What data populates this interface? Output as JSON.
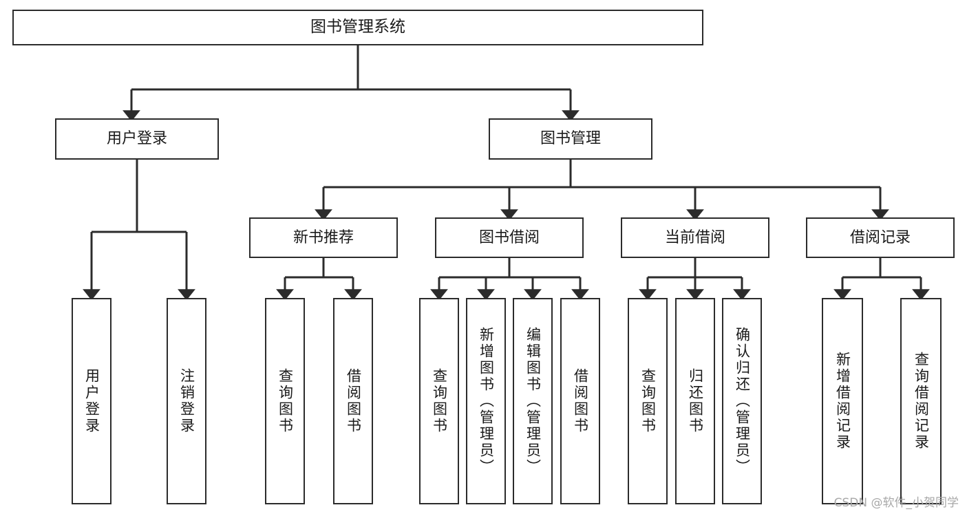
{
  "diagram": {
    "title": "图书管理系统",
    "type": "tree-hierarchy",
    "watermark": "CSDN @软件_小贺同学",
    "colors": {
      "background": "#ffffff",
      "box_border": "#2b2b2b",
      "box_fill": "#ffffff",
      "connector": "#2b2b2b",
      "text": "#1a1a1a",
      "watermark": "#a8a8a8"
    },
    "root": {
      "label": "图书管理系统"
    },
    "level2": [
      {
        "label": "用户登录"
      },
      {
        "label": "图书管理"
      }
    ],
    "level3": [
      {
        "label": "新书推荐"
      },
      {
        "label": "图书借阅"
      },
      {
        "label": "当前借阅"
      },
      {
        "label": "借阅记录"
      }
    ],
    "leaves": {
      "user_login": [
        {
          "label": "用户登录"
        },
        {
          "label": "注销登录"
        }
      ],
      "new_book": [
        {
          "label": "查询图书"
        },
        {
          "label": "借阅图书"
        }
      ],
      "book_borrow": [
        {
          "label": "查询图书"
        },
        {
          "label": "新增图书（管理员）"
        },
        {
          "label": "编辑图书（管理员）"
        },
        {
          "label": "借阅图书"
        }
      ],
      "current_borrow": [
        {
          "label": "查询图书"
        },
        {
          "label": "归还图书"
        },
        {
          "label": "确认归还（管理员）"
        }
      ],
      "borrow_record": [
        {
          "label": "新增借阅记录"
        },
        {
          "label": "查询借阅记录"
        }
      ]
    }
  }
}
